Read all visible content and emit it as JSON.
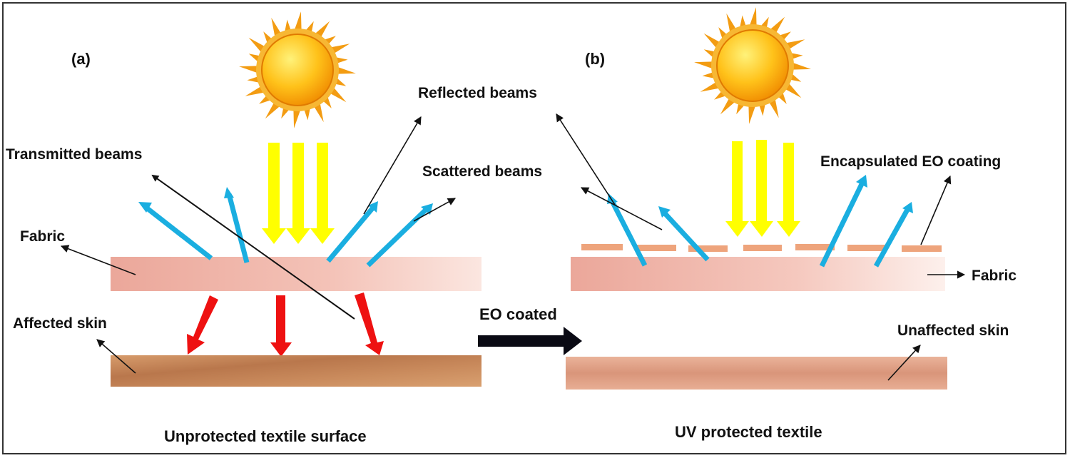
{
  "panels": {
    "a": {
      "tag": "(a)",
      "caption": "Unprotected textile surface",
      "labels": {
        "transmitted": "Transmitted beams",
        "reflected": "Reflected beams",
        "scattered": "Scattered beams",
        "fabric": "Fabric",
        "skin": "Affected skin"
      }
    },
    "b": {
      "tag": "(b)",
      "caption": "UV protected textile",
      "labels": {
        "coating": "Encapsulated EO coating",
        "fabric": "Fabric",
        "skin": "Unaffected skin"
      }
    }
  },
  "transition": {
    "label": "EO coated"
  },
  "colors": {
    "incident_beam": "#ffff00",
    "reflected_beam": "#1aaee0",
    "transmitted_beam": "#ee1111",
    "fabric": "#f2b8ab",
    "coating": "#eea47c",
    "skin_affected": "#c8885c",
    "skin_unaffected": "#e2a488",
    "sun": "#ffb000",
    "border": "#333333"
  }
}
